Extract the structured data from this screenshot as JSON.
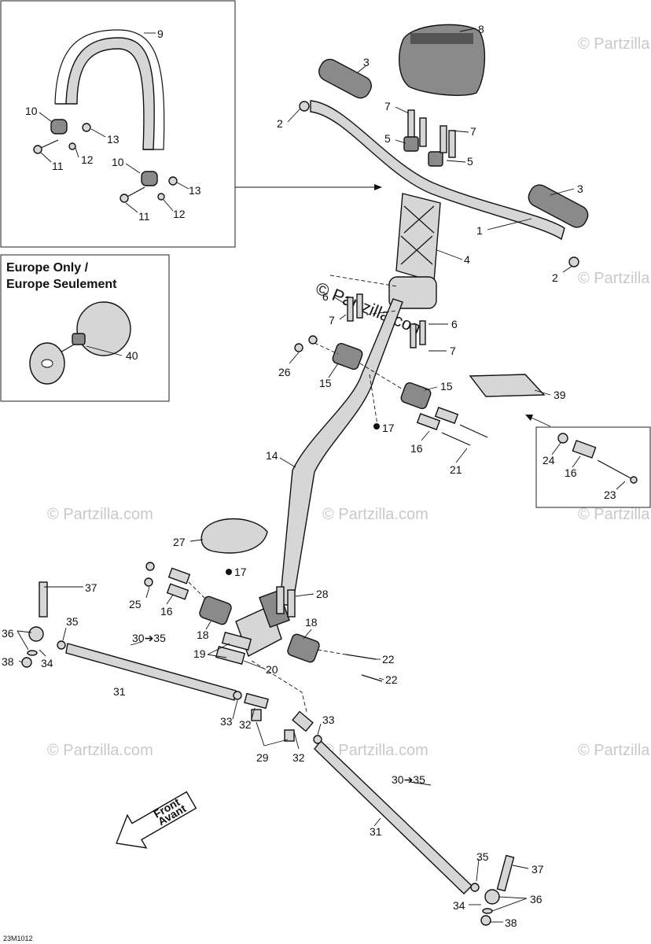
{
  "europe_box": {
    "line1": "Europe Only /",
    "line2": "Europe Seulement"
  },
  "front_label": {
    "line1": "Front",
    "line2": "Avant"
  },
  "diagram_code": "23M1012",
  "watermark": {
    "text": "© Partzilla.com",
    "big_text": "© Partzilla.com"
  },
  "callouts": {
    "c1": "1",
    "c2a": "2",
    "c2b": "2",
    "c3a": "3",
    "c3b": "3",
    "c4": "4",
    "c5a": "5",
    "c5b": "5",
    "c6a": "6",
    "c6b": "6",
    "c7a": "7",
    "c7b": "7",
    "c7c": "7",
    "c7d": "7",
    "c8": "8",
    "c9": "9",
    "c10a": "10",
    "c10b": "10",
    "c11a": "11",
    "c11b": "11",
    "c12a": "12",
    "c12b": "12",
    "c13a": "13",
    "c13b": "13",
    "c14": "14",
    "c15a": "15",
    "c15b": "15",
    "c16a": "16",
    "c16b": "16",
    "c16c": "16",
    "c17a": "17",
    "c17b": "17",
    "c18a": "18",
    "c18b": "18",
    "c19": "19",
    "c20": "20",
    "c21": "21",
    "c22a": "22",
    "c22b": "22",
    "c23": "23",
    "c24": "24",
    "c25": "25",
    "c26": "26",
    "c27": "27",
    "c28": "28",
    "c29": "29",
    "c30a": "30➔35",
    "c30b": "30➔35",
    "c31a": "31",
    "c31b": "31",
    "c32a": "32",
    "c32b": "32",
    "c33a": "33",
    "c33b": "33",
    "c34a": "34",
    "c34b": "34",
    "c35a": "35",
    "c35b": "35",
    "c36a": "36",
    "c36b": "36",
    "c37a": "37",
    "c37b": "37",
    "c38a": "38",
    "c38b": "38",
    "c39": "39",
    "c40": "40"
  }
}
